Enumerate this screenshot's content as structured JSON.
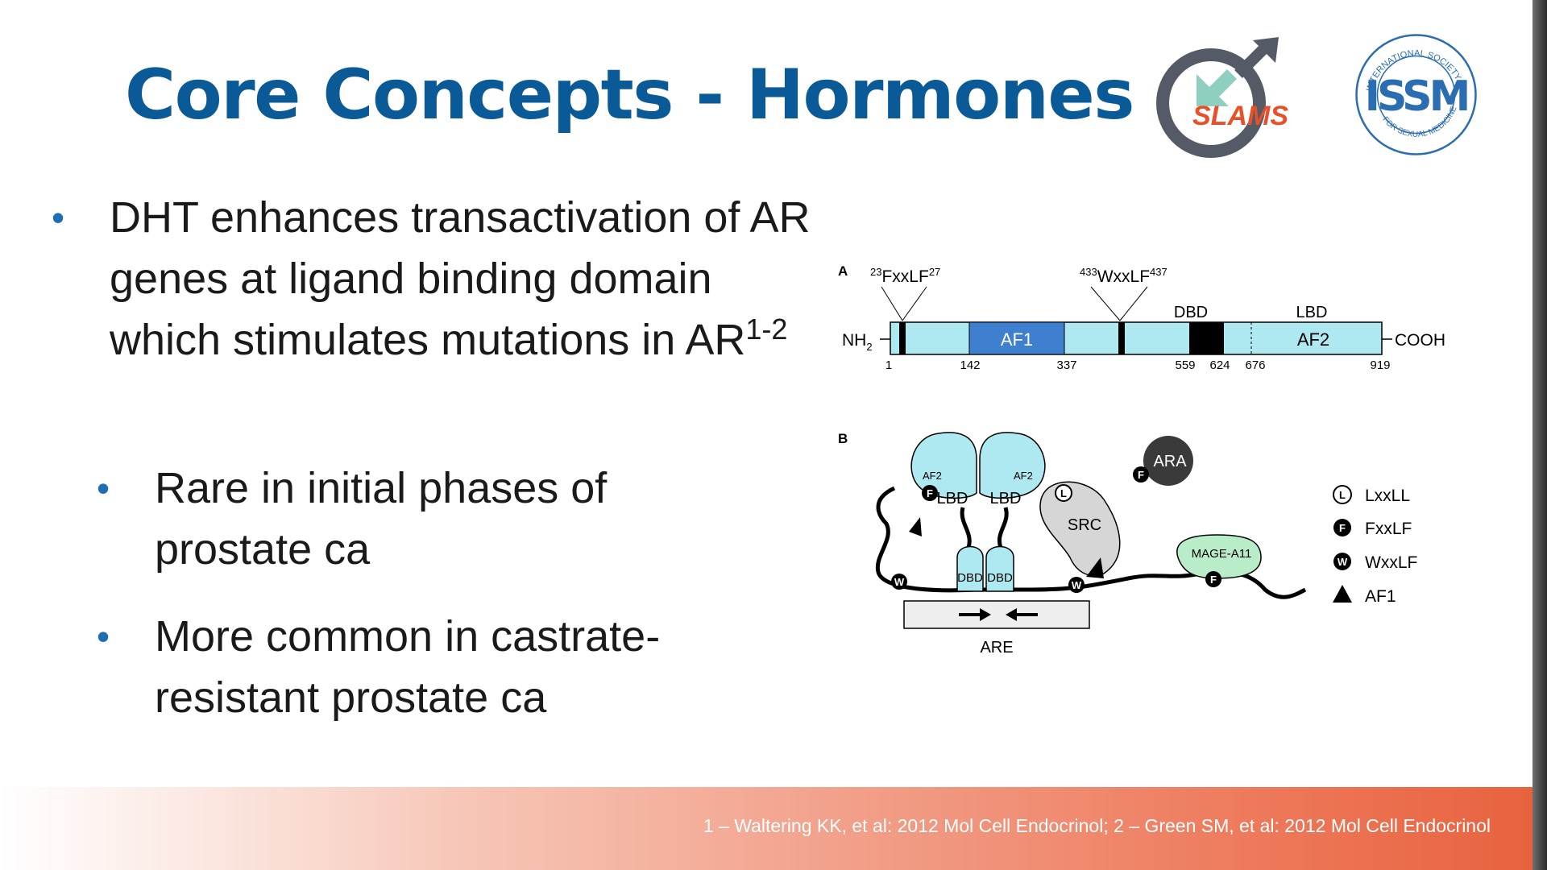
{
  "slide": {
    "title": "Core Concepts - Hormones",
    "bullets": [
      {
        "text": "DHT enhances transactivation of AR genes at ligand binding domain which stimulates mutations in AR",
        "superscript": "1-2"
      },
      {
        "text": "Rare in initial phases of prostate ca"
      },
      {
        "text": "More common in castrate-resistant prostate ca"
      }
    ],
    "footer": "1 – Waltering KK, et al: 2012 Mol Cell Endocrinol; 2 – Green SM, et al: 2012 Mol Cell Endocrinol"
  },
  "logos": {
    "slams": {
      "text": "SLAMS",
      "icon": "male-symbol-logo",
      "ring_color": "#555b66",
      "arrow_color": "#8ecfc0",
      "text_color": "#e8502a"
    },
    "issm": {
      "text": "ISSM",
      "ring_text_top": "INTERNATIONAL SOCIETY",
      "ring_text_bottom": "FOR SEXUAL MEDICINE",
      "color": "#2a6db0"
    }
  },
  "figure": {
    "panel_a": {
      "label": "A",
      "motif1": {
        "pre": "23",
        "name": "FxxLF",
        "post": "27"
      },
      "motif2": {
        "pre": "433",
        "name": "WxxLF",
        "post": "437"
      },
      "domain_labels": {
        "dbd": "DBD",
        "lbd": "LBD"
      },
      "n_term": "NH",
      "n_term_sub": "2",
      "c_term": "COOH",
      "af1": "AF1",
      "af2": "AF2",
      "ticks": [
        "1",
        "142",
        "337",
        "559",
        "624",
        "676",
        "919"
      ]
    },
    "panel_b": {
      "label": "B",
      "lbd": "LBD",
      "af2": "AF2",
      "dbd": "DBD",
      "are": "ARE",
      "ara": "ARA",
      "src": "SRC",
      "mage": "MAGE-A11",
      "motif_letters": {
        "f": "F",
        "w": "W",
        "l": "L"
      }
    },
    "legend": [
      {
        "symbol": "L",
        "label": "LxxLL"
      },
      {
        "symbol": "F",
        "label": "FxxLF"
      },
      {
        "symbol": "W",
        "label": "WxxLF"
      },
      {
        "symbol": "triangle",
        "label": "AF1"
      }
    ],
    "colors": {
      "domain_fill": "#aee8f0",
      "af1_fill": "#3f7fd0",
      "dbd_fill": "#000000",
      "mage_fill": "#b9ecc9",
      "ara_fill": "#3a3a3a",
      "src_fill": "#d6d6d6"
    }
  }
}
